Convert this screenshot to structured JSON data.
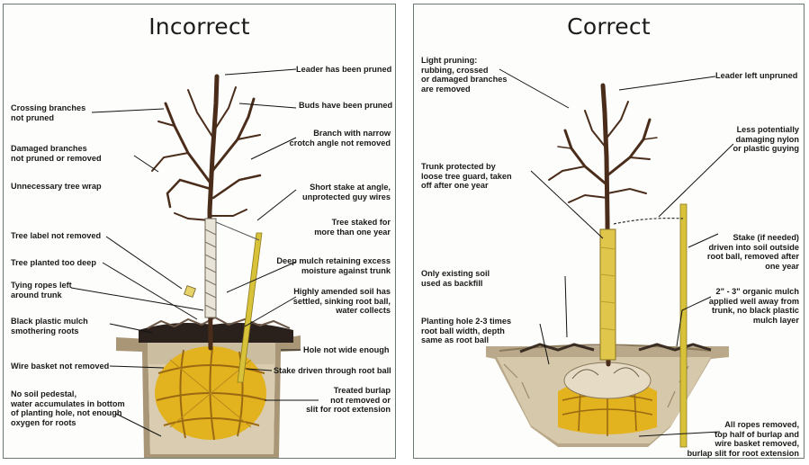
{
  "incorrect": {
    "title": "Incorrect",
    "labels": {
      "leader_pruned": "Leader has been pruned",
      "crossing_branches": "Crossing branches\nnot pruned",
      "buds_pruned": "Buds have been pruned",
      "damaged_branches": "Damaged branches\nnot pruned or removed",
      "narrow_crotch": "Branch with narrow\ncrotch angle not removed",
      "tree_wrap": "Unnecessary tree wrap",
      "short_stake": "Short stake at angle,\nunprotected guy wires",
      "staked_long": "Tree staked for\nmore than one year",
      "tree_label": "Tree label not removed",
      "planted_deep": "Tree planted too deep",
      "deep_mulch": "Deep mulch retaining excess\nmoisture against trunk",
      "tying_ropes": "Tying ropes left\naround trunk",
      "amended_soil": "Highly amended soil has\nsettled, sinking root ball,\nwater collects",
      "black_plastic": "Black plastic mulch\nsmothering roots",
      "hole_not_wide": "Hole not wide enough",
      "wire_basket": "Wire basket not removed",
      "stake_through": "Stake driven through root ball",
      "no_pedestal": "No soil pedestal,\nwater accumulates in bottom\nof planting hole, not enough\noxygen for roots",
      "treated_burlap": "Treated burlap\nnot removed or\nslit for root extension"
    }
  },
  "correct": {
    "title": "Correct",
    "labels": {
      "light_pruning": "Light pruning:\nrubbing, crossed\nor damaged branches\nare removed",
      "leader_unpruned": "Leader left unpruned",
      "less_damaging": "Less potentially\ndamaging nylon\nor plastic guying",
      "trunk_protected": "Trunk protected by\nloose tree guard, taken\noff after one year",
      "stake_outside": "Stake (if needed)\ndriven into soil outside\nroot ball, removed after\none year",
      "existing_soil": "Only existing soil\nused as backfill",
      "organic_mulch": "2\" - 3\" organic mulch\napplied well away from\ntrunk, no black plastic\nmulch layer",
      "planting_hole": "Planting hole 2-3 times\nroot ball width, depth\nsame as root ball",
      "ropes_removed": "All ropes removed,\ntop half of burlap and\nwire basket removed,\nburlap slit for root extension"
    }
  },
  "colors": {
    "burlap": "#e3b21f",
    "burlap_dark": "#9a6a12",
    "soil": "#b9a88a",
    "bark": "#4a2c1a",
    "trunk_guard": "#e0c64a",
    "stake": "#d8c23a",
    "frame": "#6b7a70"
  }
}
